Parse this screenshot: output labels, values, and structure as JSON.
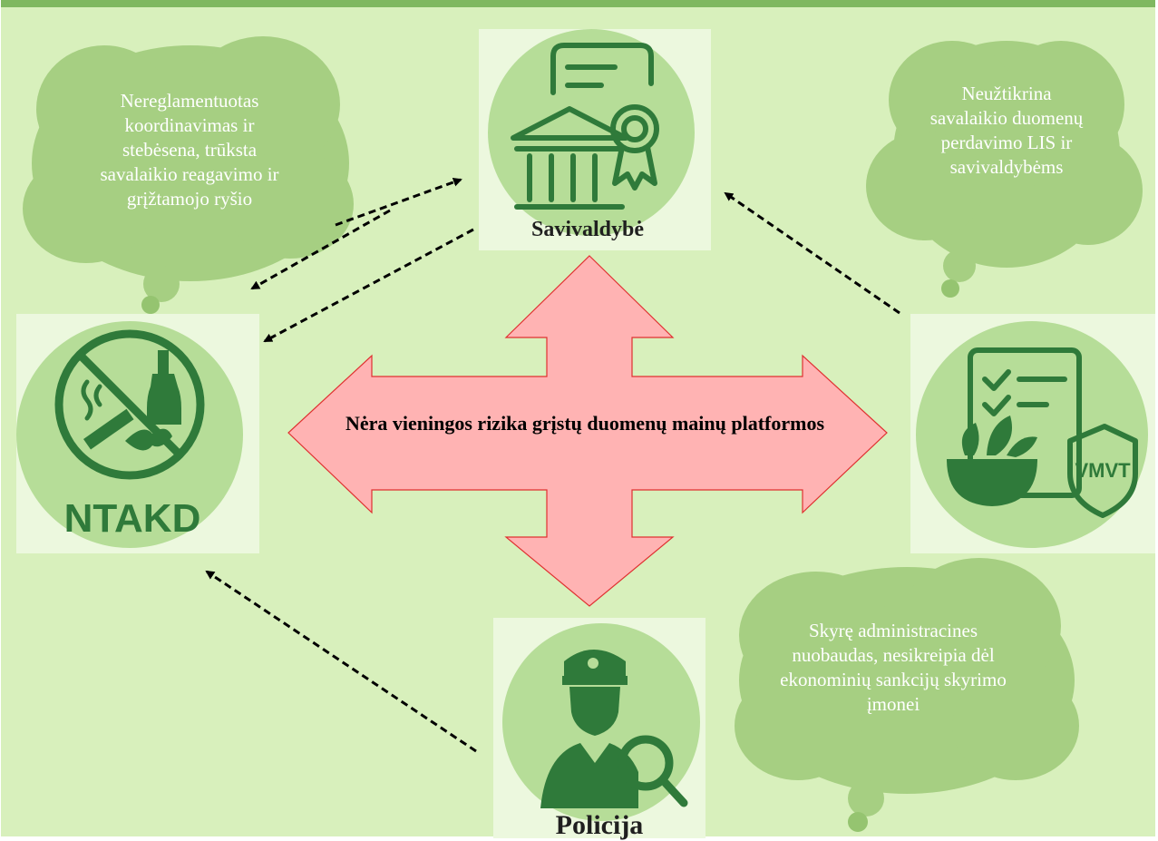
{
  "center": {
    "text": "Nėra vieningos rizika grįstų duomenų mainų platformos"
  },
  "nodes": {
    "top": {
      "label": "Savivaldybė",
      "icon": "municipality-building-certificate-icon"
    },
    "left": {
      "label": "NTAKD",
      "icon": "no-tobacco-alcohol-drugs-icon"
    },
    "right": {
      "label": "VMVT",
      "icon": "food-checklist-shield-icon"
    },
    "bottom": {
      "label": "Policija",
      "icon": "police-officer-magnifier-icon"
    }
  },
  "bubbles": {
    "top_left": "Nereglamentuotas koordinavimas ir stebėsena, trūksta savalaikio reagavimo ir grįžtamojo ryšio",
    "top_right": "Neužtikrina savalaikio duomenų perdavimo LIS ir savivaldybėms",
    "bottom_right": "Skyrę administracines nuobaudas, nesikreipia dėl ekonominių sankcijų skyrimo įmonei"
  },
  "colors": {
    "background": "#d8f0bc",
    "top_border": "#7fb860",
    "bubble": "#a6cf82",
    "icon_green": "#2f7a3a",
    "arrow_fill": "#ffb3b3",
    "arrow_stroke": "#e03030"
  }
}
